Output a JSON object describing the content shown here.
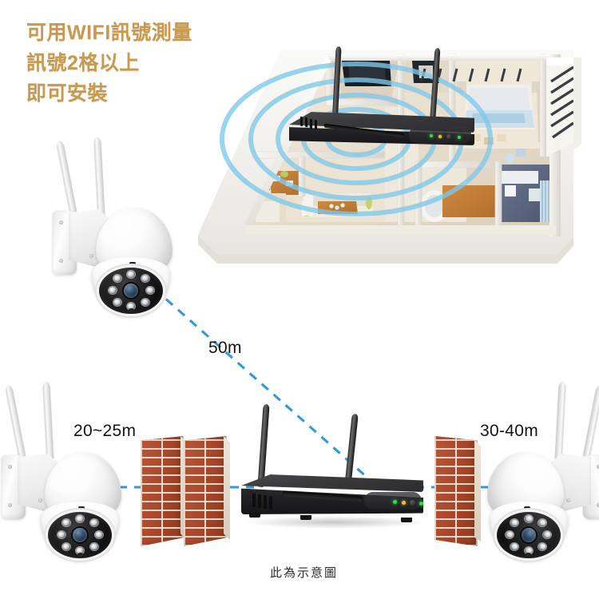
{
  "headline": {
    "line1": "可用WIFI訊號測量",
    "line2": "訊號2格以上",
    "line3": "即可安裝",
    "color": "#c8994f"
  },
  "labels": {
    "diagonal_distance": "50m",
    "left_distance": "20~25m",
    "right_distance": "30-40m",
    "footnote": "此為示意圖"
  },
  "colors": {
    "accent_text": "#c8994f",
    "dashed_line": "#3399d9",
    "wifi_ring": "#7ec8e8",
    "brick": "#a8472c",
    "device_body": "#1f1f21",
    "camera_body": "#f4f4f4",
    "led_green": "#36d94a",
    "led_amber": "#e0c13a"
  },
  "devices": {
    "house_nvr": {
      "name": "NVR 主機",
      "antennas": 2,
      "led_count": 3,
      "signal_rings": 5
    },
    "floor_nvr": {
      "name": "NVR 主機",
      "antennas": 2,
      "led_count": 3
    },
    "camera_top_left": {
      "name": "WIFI 攝影機",
      "antennas": 2,
      "ir_leds": 8
    },
    "camera_bottom_left": {
      "name": "WIFI 攝影機",
      "antennas": 2,
      "ir_leds": 8
    },
    "camera_bottom_right": {
      "name": "WIFI 攝影機",
      "antennas": 2,
      "ir_leds": 8
    }
  },
  "obstacles": {
    "left_walls": 2,
    "right_walls": 1,
    "material": "磚牆"
  },
  "scene": {
    "title": "無線監視系統訊號距離示意",
    "house_label": "3D 平面圖"
  }
}
